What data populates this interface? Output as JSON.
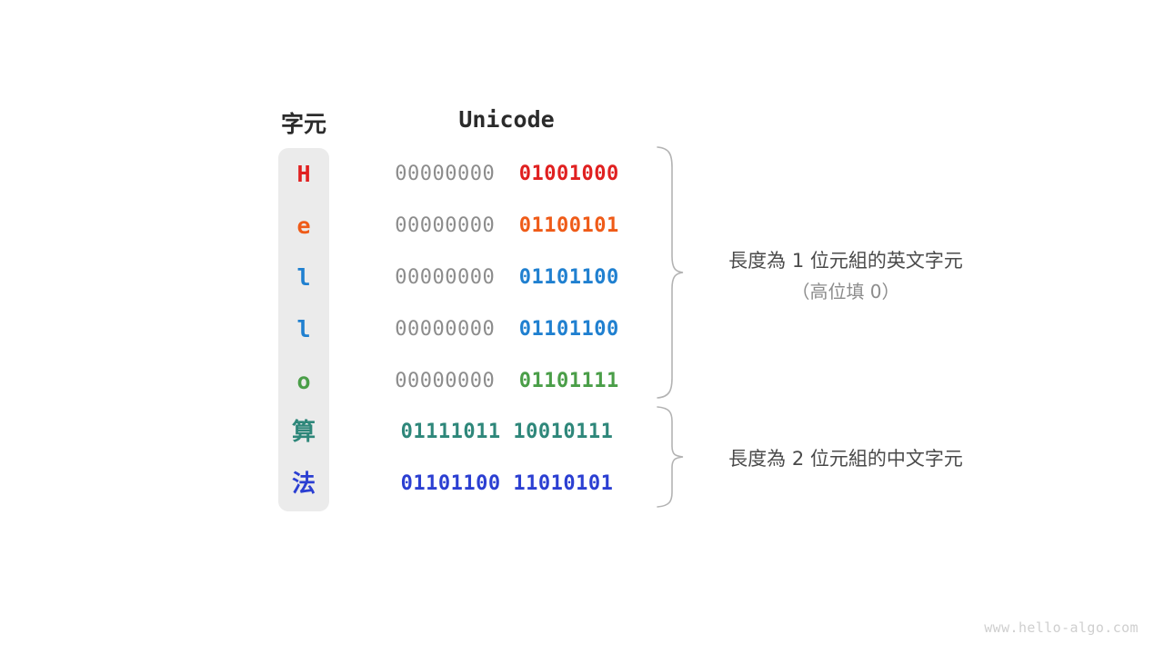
{
  "headers": {
    "character": "字元",
    "unicode": "Unicode"
  },
  "colors": {
    "red": "#e02020",
    "orange": "#ef5b18",
    "blue": "#2080d0",
    "green": "#4a9e48",
    "teal": "#2e877a",
    "deep_blue": "#2b3fd2",
    "pad_gray": "#8c8c8c",
    "column_bg": "#ebebeb",
    "note_gray": "#4a4a4a",
    "brace_gray": "#b3b3b3",
    "watermark_gray": "#cfcfcf"
  },
  "rows": [
    {
      "char": "H",
      "pad": "00000000",
      "value": "01001000",
      "color": "#e02020",
      "cjk": false
    },
    {
      "char": "e",
      "pad": "00000000",
      "value": "01100101",
      "color": "#ef5b18",
      "cjk": false
    },
    {
      "char": "l",
      "pad": "00000000",
      "value": "01101100",
      "color": "#2080d0",
      "cjk": false
    },
    {
      "char": "l",
      "pad": "00000000",
      "value": "01101100",
      "color": "#2080d0",
      "cjk": false
    },
    {
      "char": "o",
      "pad": "00000000",
      "value": "01101111",
      "color": "#4a9e48",
      "cjk": false
    },
    {
      "char": "算",
      "pad": "",
      "value": "01111011 10010111",
      "color": "#2e877a",
      "cjk": true
    },
    {
      "char": "法",
      "pad": "",
      "value": "01101100 11010101",
      "color": "#2b3fd2",
      "cjk": true
    }
  ],
  "annotations": {
    "one_byte": "長度為 1 位元組的英文字元",
    "one_byte_sub": "（高位填 0）",
    "two_byte": "長度為 2 位元組的中文字元"
  },
  "watermark": "www.hello-algo.com"
}
